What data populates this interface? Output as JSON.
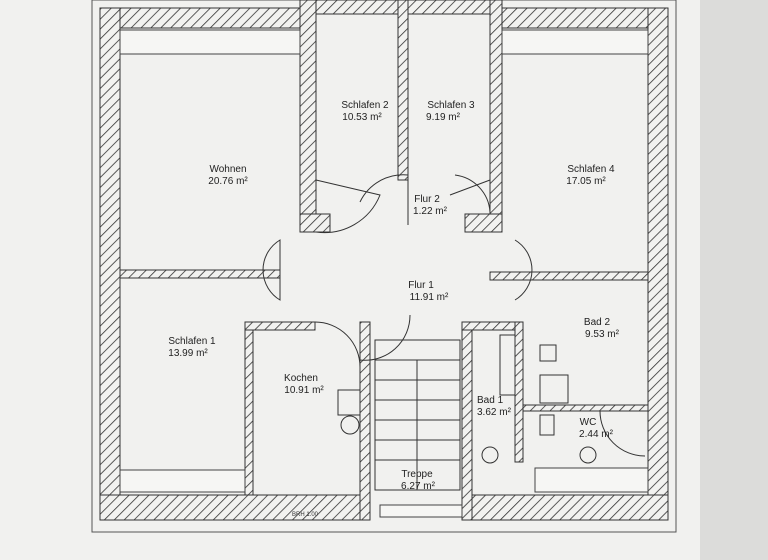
{
  "rooms": [
    {
      "name": "Wohnen",
      "area": "20.76 m²"
    },
    {
      "name": "Schlafen 2",
      "area": "10.53 m²"
    },
    {
      "name": "Schlafen 3",
      "area": "9.19 m²"
    },
    {
      "name": "Schlafen 4",
      "area": "17.05 m²"
    },
    {
      "name": "Flur 2",
      "area": "1.22 m²"
    },
    {
      "name": "Flur 1",
      "area": "11.91 m²"
    },
    {
      "name": "Schlafen 1",
      "area": "13.99 m²"
    },
    {
      "name": "Kochen",
      "area": "10.91 m²"
    },
    {
      "name": "Bad 2",
      "area": "9.53 m²"
    },
    {
      "name": "Bad 1",
      "area": "3.62 m²"
    },
    {
      "name": "WC",
      "area": "2.44 m²"
    },
    {
      "name": "Treppe",
      "area": "6.27 m²"
    }
  ],
  "annotations": {
    "brh_bottom": "BRH 1.00"
  },
  "colors": {
    "paper": "#f4f4f2",
    "wall": "#333333",
    "background": "#e9e9e7"
  }
}
